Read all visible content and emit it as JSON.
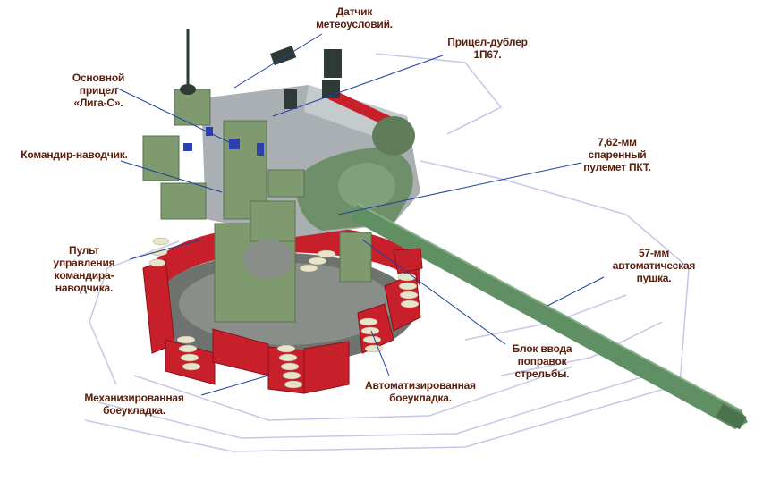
{
  "colors": {
    "label_text": "#5a1e0c",
    "leader_line": "#1f3fa0",
    "turret_green": "#7e9a6e",
    "gun_green": "#5f8f63",
    "ammo_red": "#c8202a",
    "sight_blue": "#2a3fb0",
    "ghost_outline": "#c4c8e8"
  },
  "labels": {
    "meteo_sensor": "Датчик\nметеоусловий.",
    "backup_sight": "Прицел-дублер\n1П67.",
    "main_sight": "Основной прицел\n«Лига-С».",
    "commander_gunner": "Командир-наводчик.",
    "coax_mg": "7,62-мм\nспаренный\nпулемет ПКТ.",
    "control_panel": "Пульт\nуправления\nкомандира-\nнаводчика.",
    "cannon": "57-мм\nавтоматическая\nпушка.",
    "fire_correction": "Блок ввода\nпоправок\nстрельбы.",
    "mech_ammo": "Механизированная\nбоеукладка.",
    "auto_ammo": "Автоматизированная\nбоеукладка."
  },
  "icons": {
    "antenna": "antenna-icon",
    "sight_head": "periscope-icon"
  }
}
